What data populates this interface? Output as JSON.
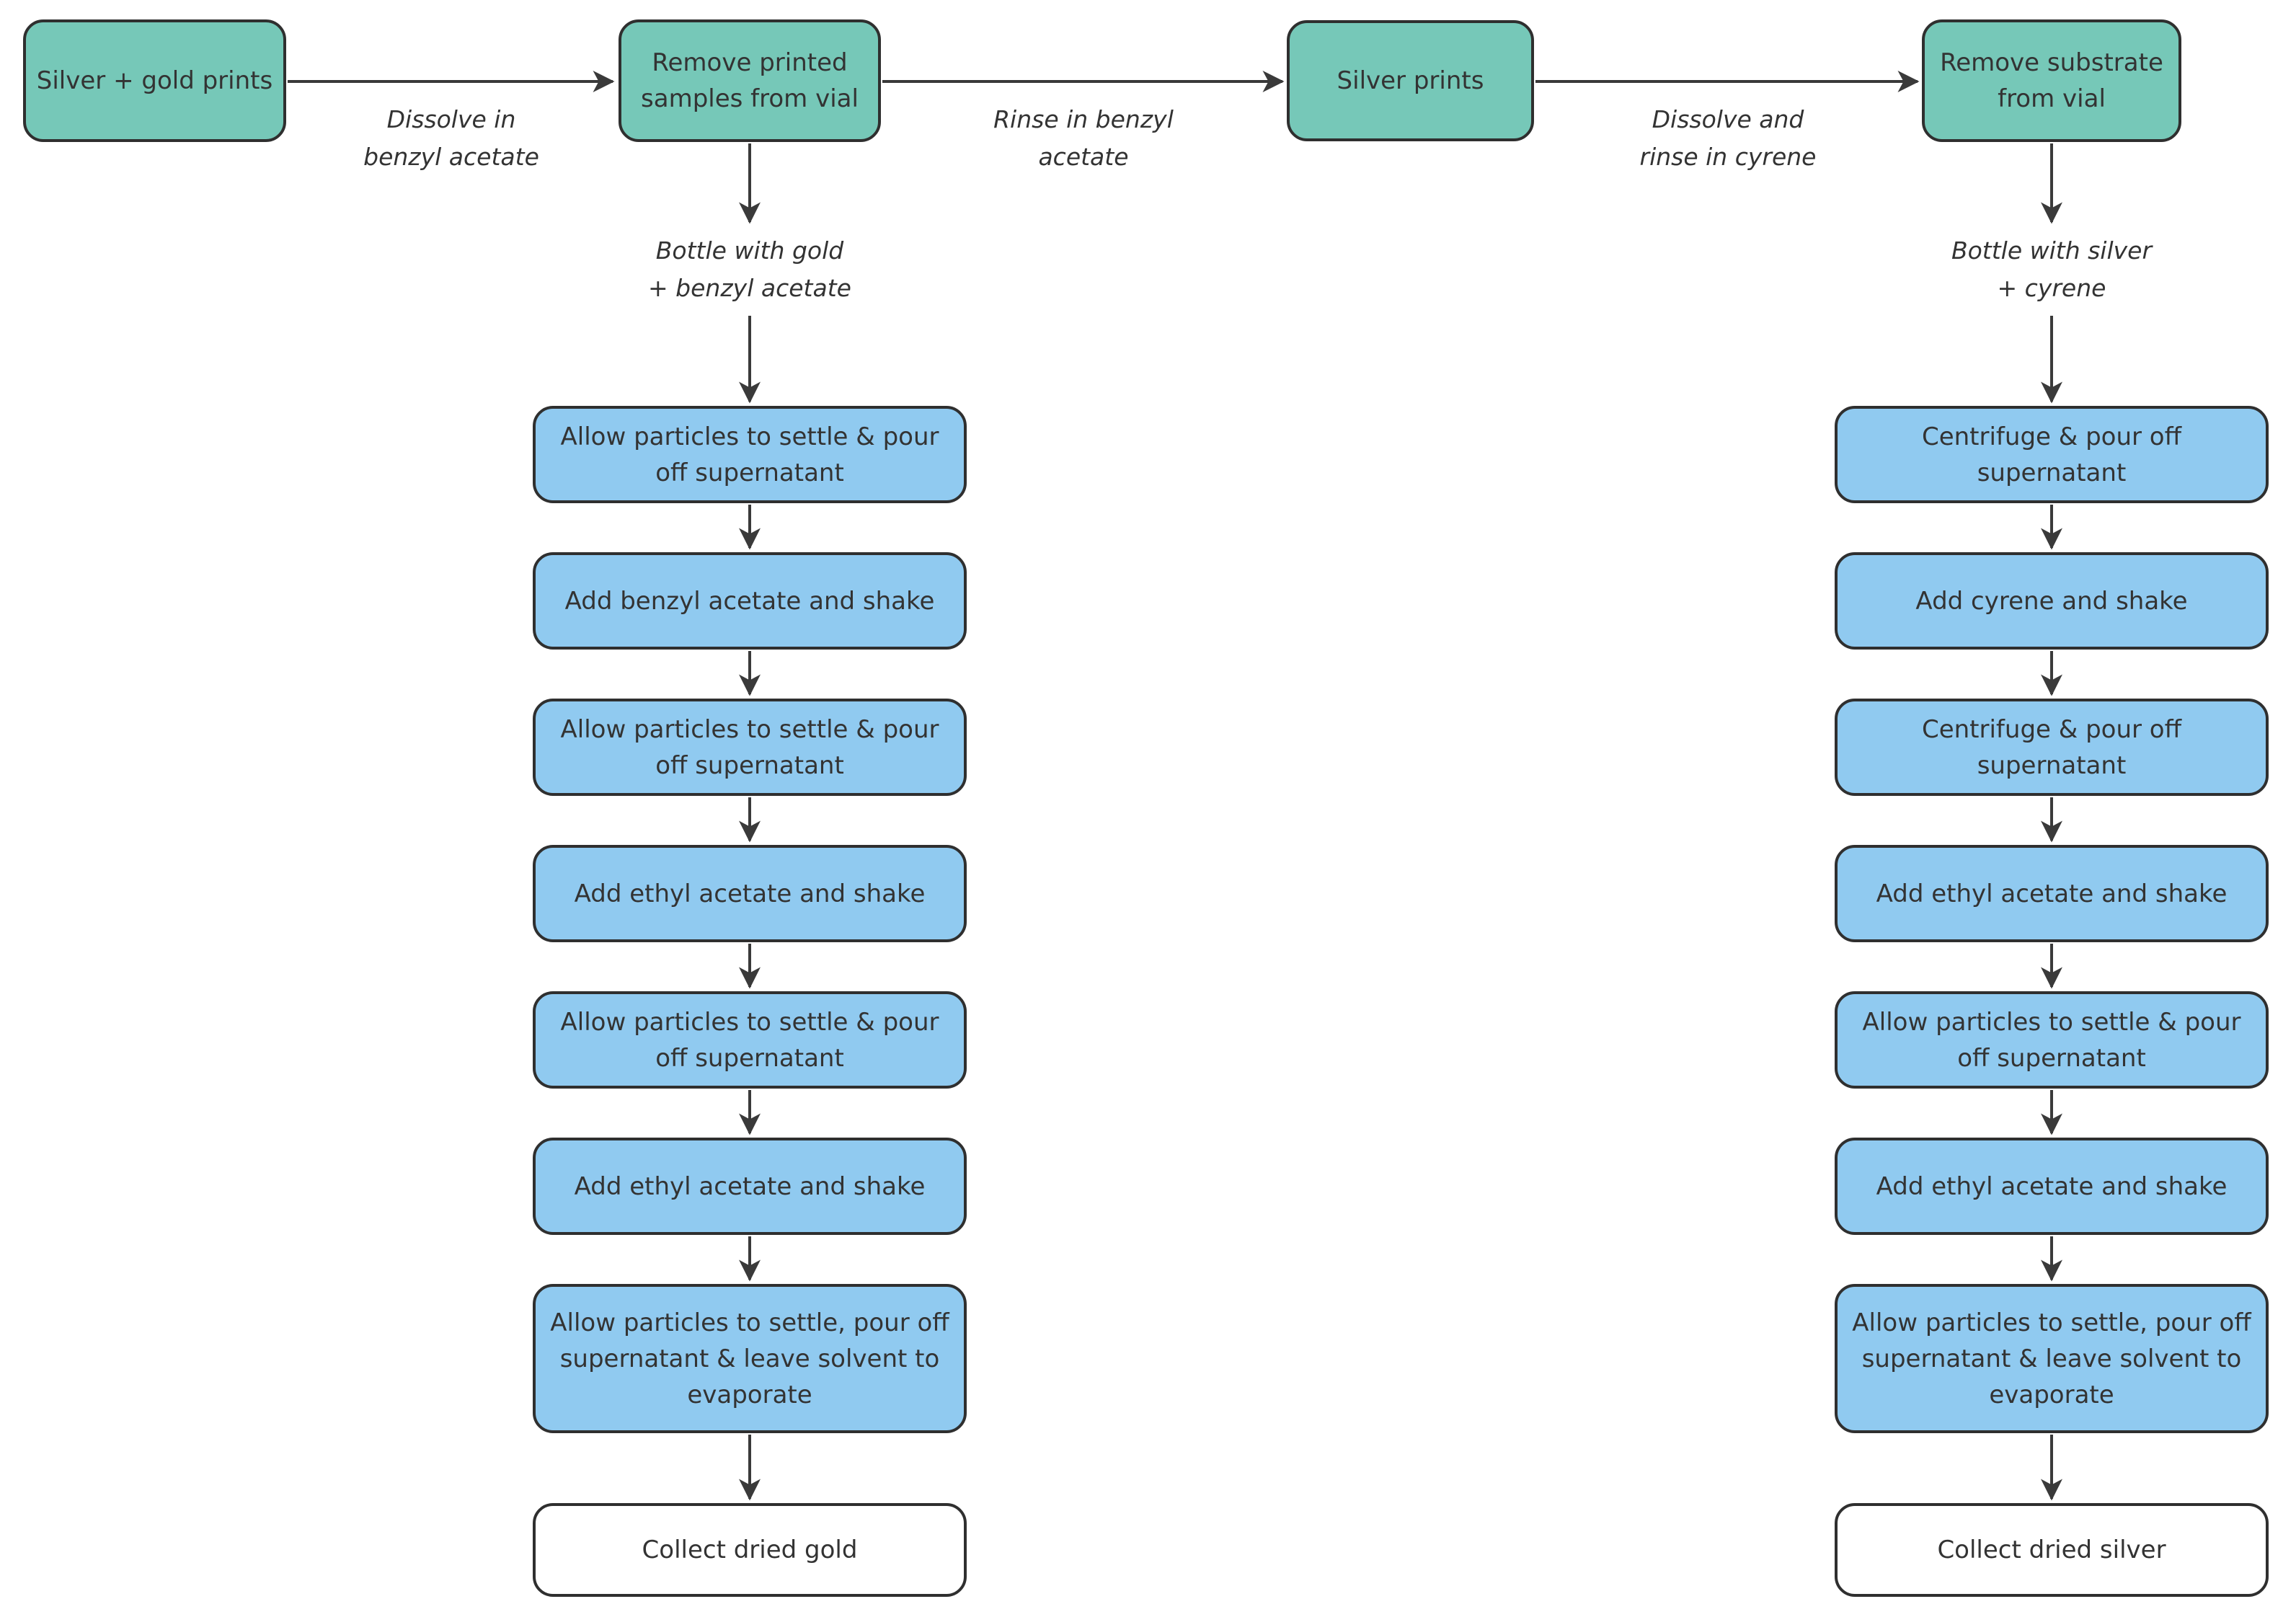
{
  "colors": {
    "node_teal": "#76C8B8",
    "node_blue": "#90CAF0",
    "node_white": "#FFFFFF",
    "border": "#2F2F2F",
    "text": "#333333",
    "arrow": "#3A3A3A"
  },
  "top_row": {
    "nodes": [
      {
        "lines": [
          "Silver + gold prints"
        ]
      },
      {
        "lines": [
          "Remove printed",
          "samples from vial"
        ]
      },
      {
        "lines": [
          "Silver prints"
        ]
      },
      {
        "lines": [
          "Remove substrate",
          "from vial"
        ]
      }
    ],
    "edge_labels": [
      {
        "lines": [
          "Dissolve in",
          "benzyl acetate"
        ]
      },
      {
        "lines": [
          "Rinse in benzyl",
          "acetate"
        ]
      },
      {
        "lines": [
          "Dissolve and",
          "rinse in cyrene"
        ]
      }
    ]
  },
  "gold_branch": {
    "bottle_label": {
      "lines": [
        "Bottle with gold",
        "+ benzyl acetate"
      ]
    },
    "steps": [
      {
        "lines": [
          "Allow particles to settle & pour",
          "off supernatant"
        ]
      },
      {
        "lines": [
          "Add benzyl acetate and shake"
        ]
      },
      {
        "lines": [
          "Allow particles to settle & pour",
          "off supernatant"
        ]
      },
      {
        "lines": [
          "Add ethyl acetate and shake"
        ]
      },
      {
        "lines": [
          "Allow particles to settle & pour",
          "off supernatant"
        ]
      },
      {
        "lines": [
          "Add ethyl acetate and shake"
        ]
      },
      {
        "lines": [
          "Allow particles to settle, pour off",
          "supernatant & leave solvent to",
          "evaporate"
        ]
      }
    ],
    "result": {
      "lines": [
        "Collect dried gold"
      ]
    }
  },
  "silver_branch": {
    "bottle_label": {
      "lines": [
        "Bottle with silver",
        "+ cyrene"
      ]
    },
    "steps": [
      {
        "lines": [
          "Centrifuge & pour off",
          "supernatant"
        ]
      },
      {
        "lines": [
          "Add cyrene and shake"
        ]
      },
      {
        "lines": [
          "Centrifuge & pour off",
          "supernatant"
        ]
      },
      {
        "lines": [
          "Add ethyl acetate and shake"
        ]
      },
      {
        "lines": [
          "Allow particles to settle & pour",
          "off supernatant"
        ]
      },
      {
        "lines": [
          "Add ethyl acetate and shake"
        ]
      },
      {
        "lines": [
          "Allow particles to settle, pour off",
          "supernatant & leave solvent to",
          "evaporate"
        ]
      }
    ],
    "result": {
      "lines": [
        "Collect dried silver"
      ]
    }
  }
}
